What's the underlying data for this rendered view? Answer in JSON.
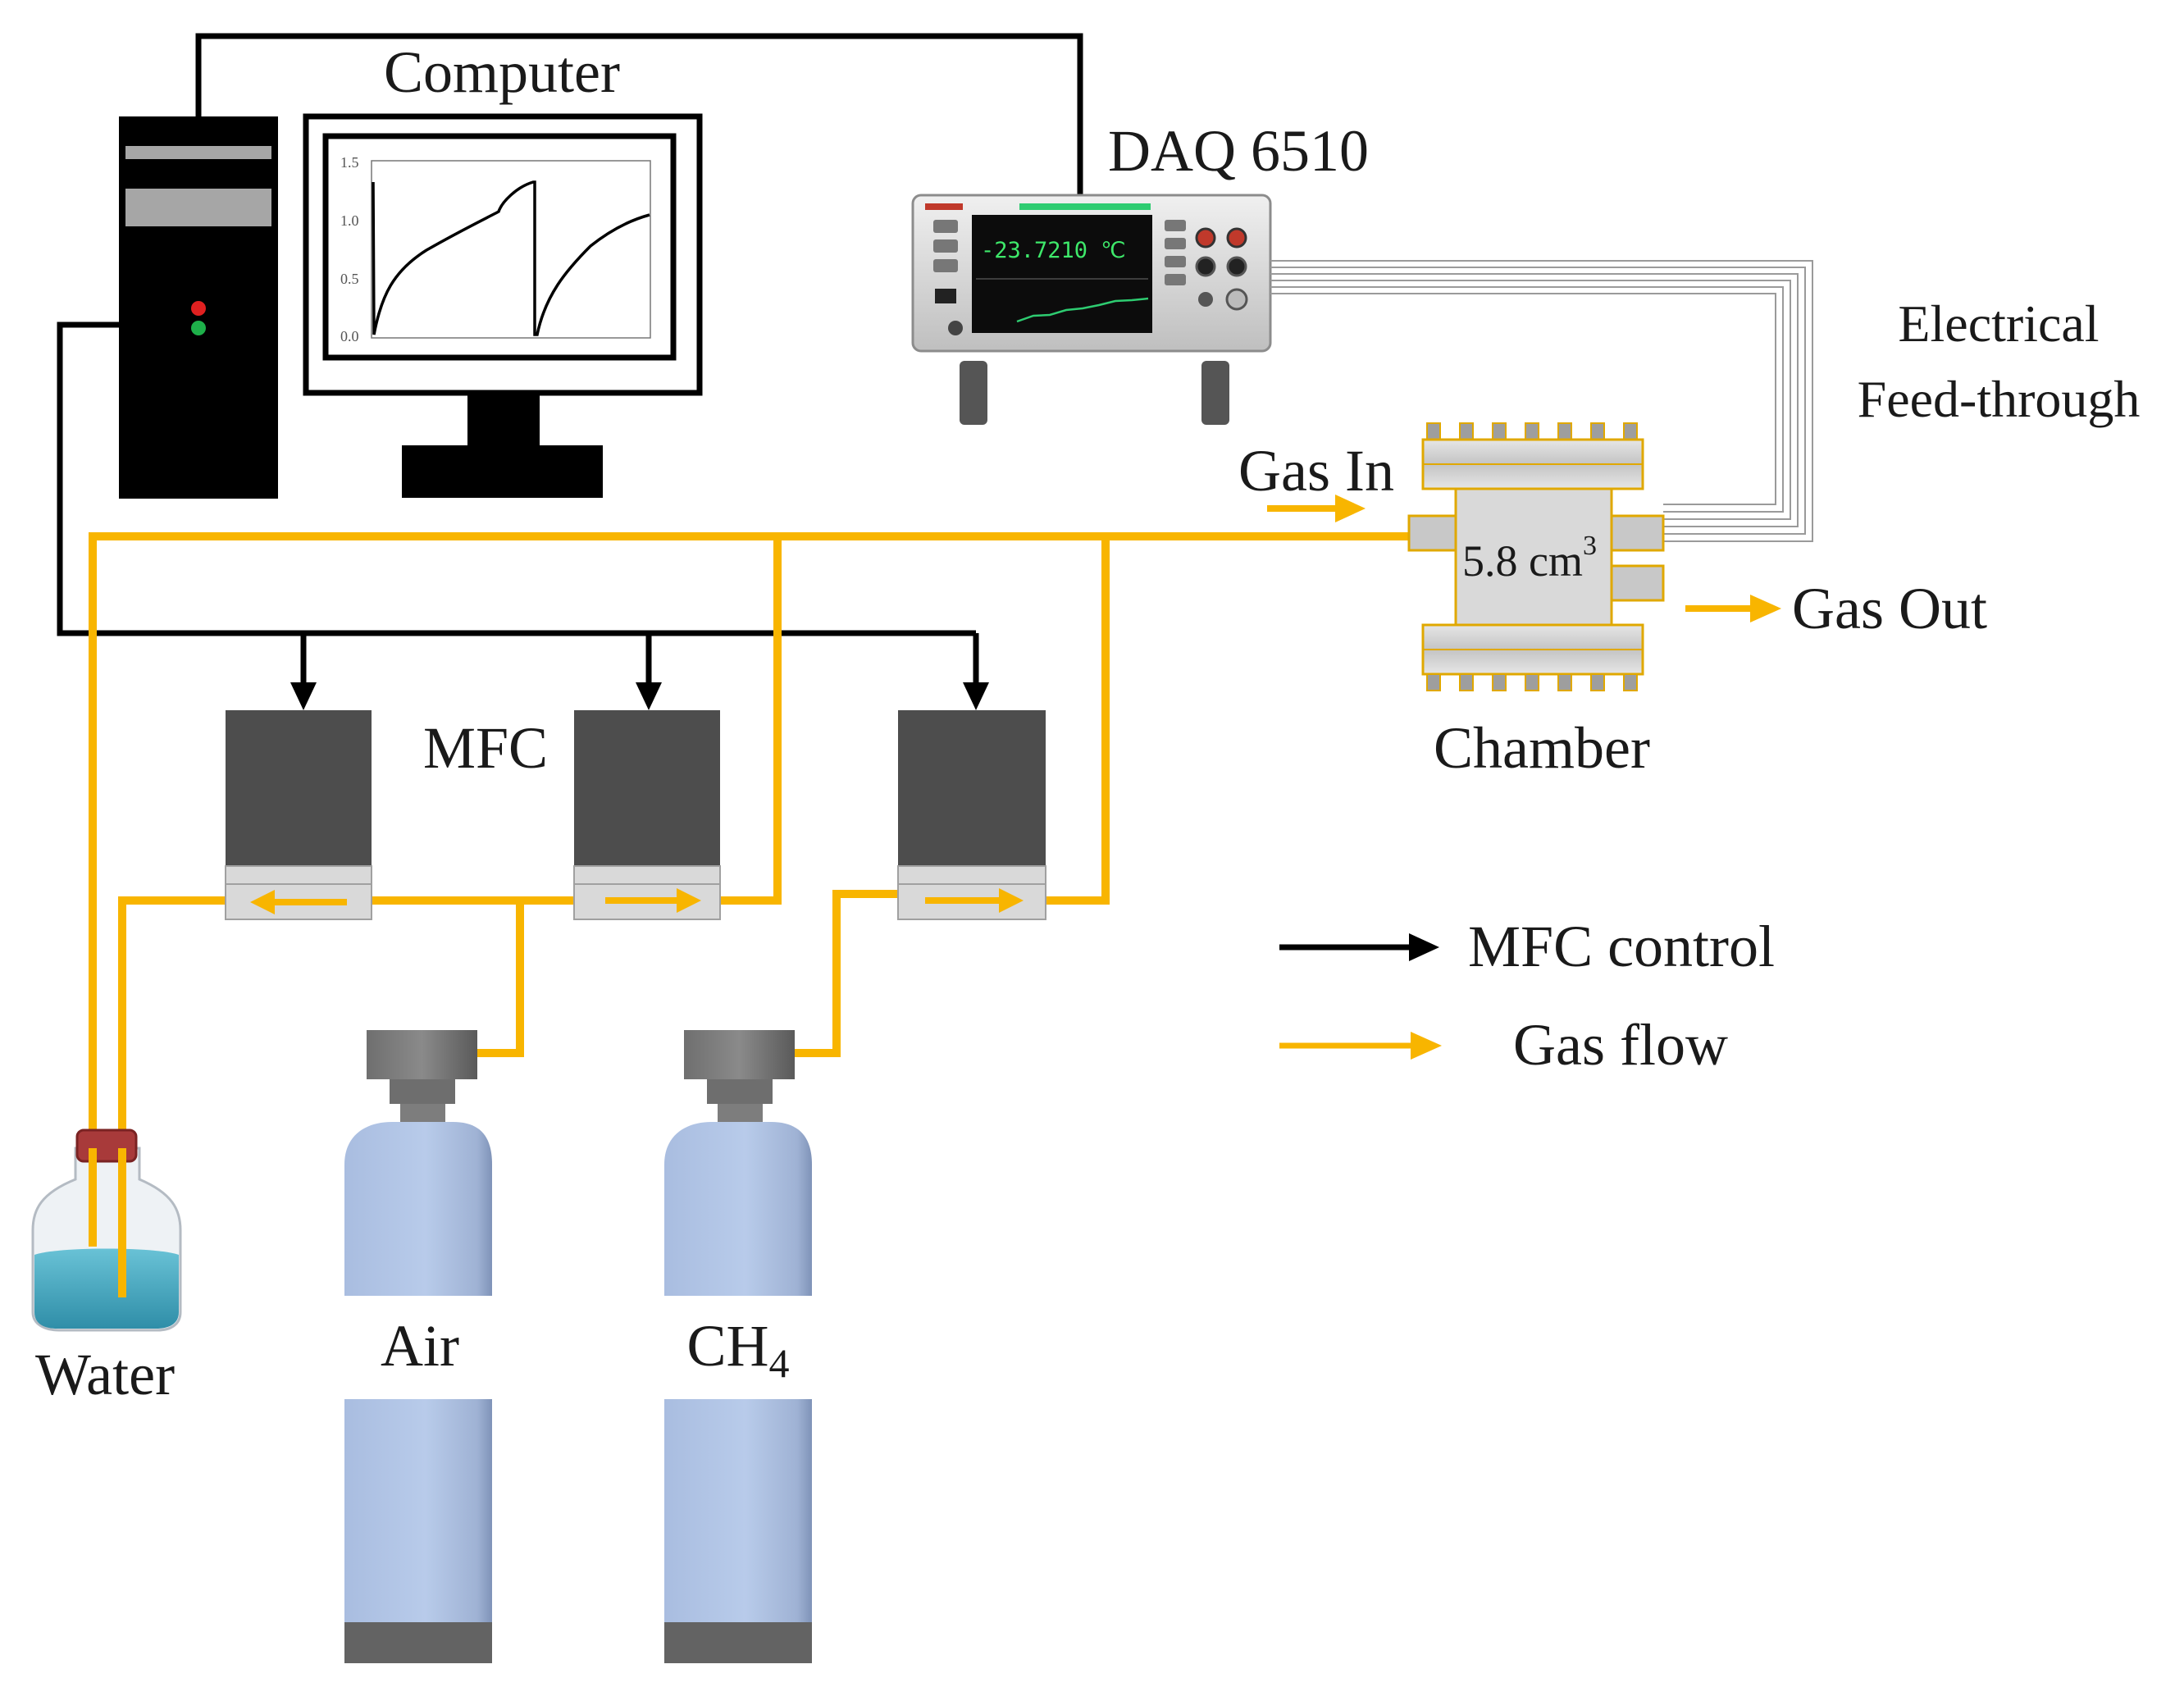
{
  "labels": {
    "computer": "Computer",
    "daq": "DAQ 6510",
    "electrical_line1": "Electrical",
    "electrical_line2": "Feed-through",
    "gas_in": "Gas In",
    "gas_out": "Gas Out",
    "chamber": "Chamber",
    "chamber_volume": "5.8 cm",
    "chamber_volume_sup": "3",
    "mfc": "MFC",
    "water": "Water",
    "air": "Air",
    "ch4": "CH",
    "ch4_sub": "4"
  },
  "legend": {
    "mfc_control": "MFC control",
    "gas_flow": "Gas flow"
  },
  "daq_screen": {
    "reading": "-23.7210 ℃"
  },
  "monitor_plot": {
    "ticks": [
      "1.5",
      "1.0",
      "0.5",
      "0.0"
    ]
  },
  "colors": {
    "gas_line": "#f8b500",
    "control_line": "#000000",
    "cylinder": "#b4c6e7",
    "mfc_body": "#4d4d4d",
    "chamber_fill": "#d9d9d9",
    "water": "#3a9fb8"
  }
}
